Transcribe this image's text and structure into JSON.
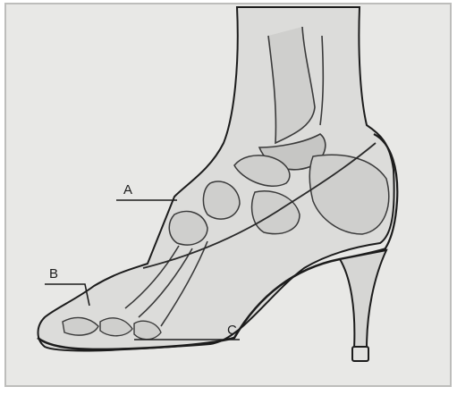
{
  "labels": {
    "a": "A",
    "b": "B",
    "c": "C"
  },
  "colors": {
    "paper": "#e8e8e6",
    "ink": "#1c1c1c",
    "bone": "#cfcfcd",
    "skin": "#dcdcda"
  }
}
